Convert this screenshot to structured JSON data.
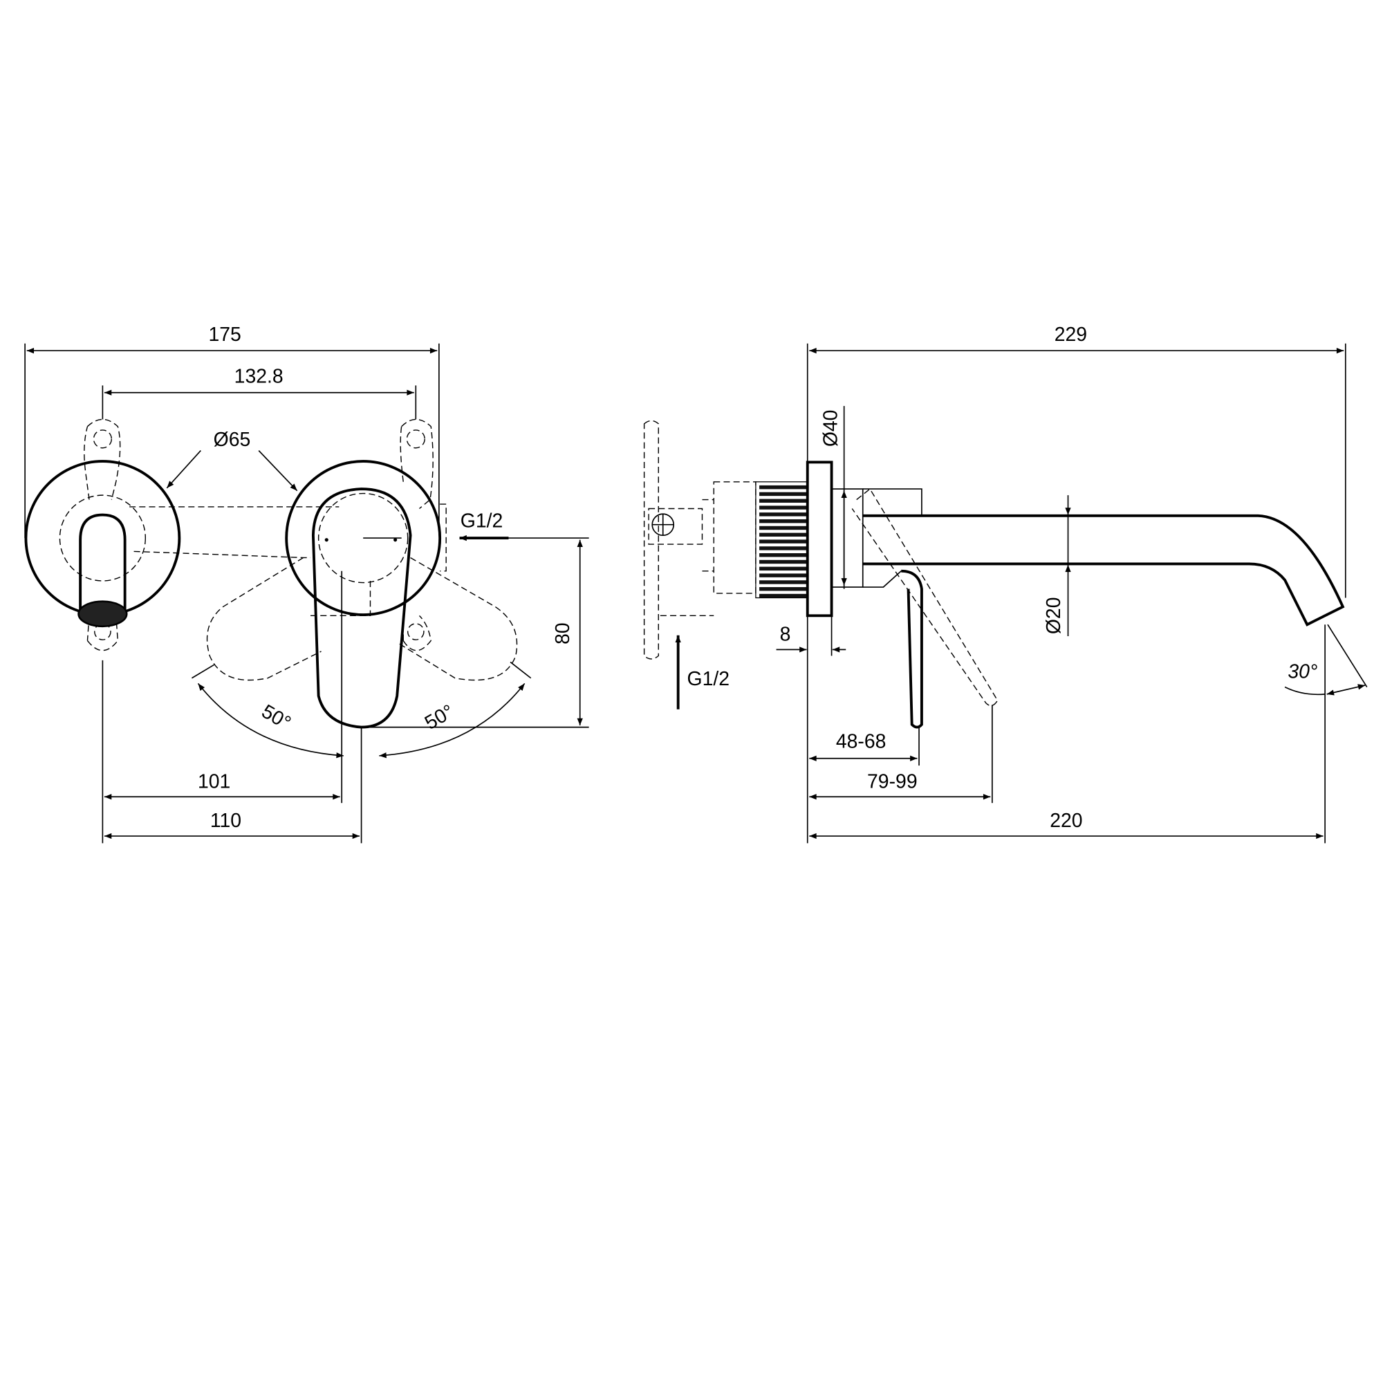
{
  "front_view": {
    "dim_overall_width": "175",
    "dim_hole_spacing": "132.8",
    "dim_plate_diameter": "Ø65",
    "dim_inlet": "G1/2",
    "dim_height": "80",
    "dim_angle_left": "50°",
    "dim_angle_right": "50°",
    "dim_101": "101",
    "dim_110": "110"
  },
  "side_view": {
    "dim_overall_length": "229",
    "dim_plate_diameter": "Ø40",
    "dim_spout_diameter": "Ø20",
    "dim_plate_thickness": "8",
    "dim_inlet": "G1/2",
    "dim_lever_depth": "48-68",
    "dim_lever_swing": "79-99",
    "dim_projection": "220",
    "dim_outlet_angle": "30°"
  }
}
